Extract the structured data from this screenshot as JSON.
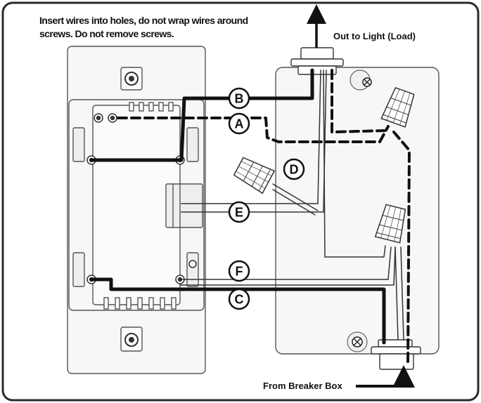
{
  "instruction": "Insert wires into holes, do not wrap wires around screws. Do not remove screws.",
  "labels": {
    "out_to_light": "Out to Light (Load)",
    "from_breaker": "From Breaker Box"
  },
  "wire_letters": {
    "a": "A",
    "b": "B",
    "c": "C",
    "d": "D",
    "e": "E",
    "f": "F"
  },
  "colors": {
    "frame": "#2a2a2a",
    "wire": "#111111",
    "device_outline": "#555555",
    "device_fill": "#f7f7f7",
    "box_fill": "#f7f7f7"
  }
}
